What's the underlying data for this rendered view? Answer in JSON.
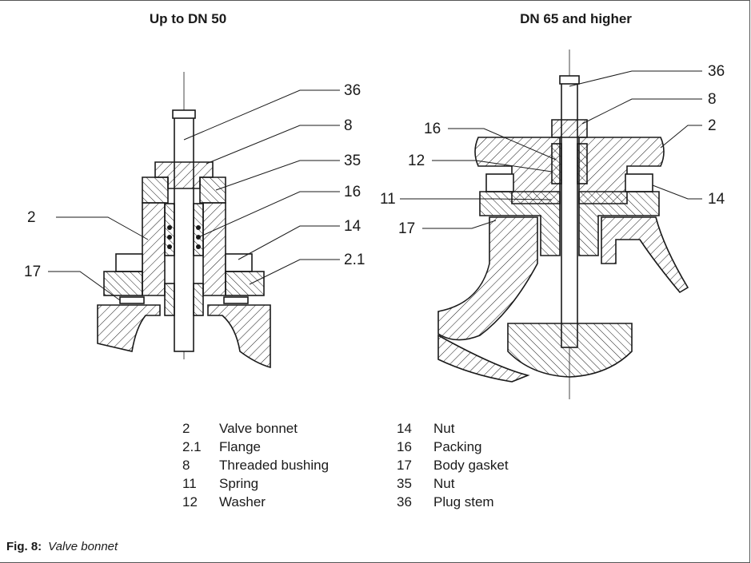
{
  "titles": {
    "left": "Up to DN 50",
    "right": "DN 65 and higher"
  },
  "callouts": {
    "left": [
      "36",
      "8",
      "35",
      "16",
      "2",
      "14",
      "17",
      "2.1"
    ],
    "right": [
      "36",
      "8",
      "16",
      "2",
      "12",
      "11",
      "14",
      "17"
    ]
  },
  "legend": {
    "left": [
      {
        "num": "2",
        "label": "Valve bonnet"
      },
      {
        "num": "2.1",
        "label": "Flange"
      },
      {
        "num": "8",
        "label": "Threaded bushing"
      },
      {
        "num": "11",
        "label": "Spring"
      },
      {
        "num": "12",
        "label": "Washer"
      }
    ],
    "right": [
      {
        "num": "14",
        "label": "Nut"
      },
      {
        "num": "16",
        "label": "Packing"
      },
      {
        "num": "17",
        "label": "Body gasket"
      },
      {
        "num": "35",
        "label": "Nut"
      },
      {
        "num": "36",
        "label": "Plug stem"
      }
    ]
  },
  "caption": {
    "figure": "Fig. 8:",
    "text": "Valve bonnet"
  }
}
